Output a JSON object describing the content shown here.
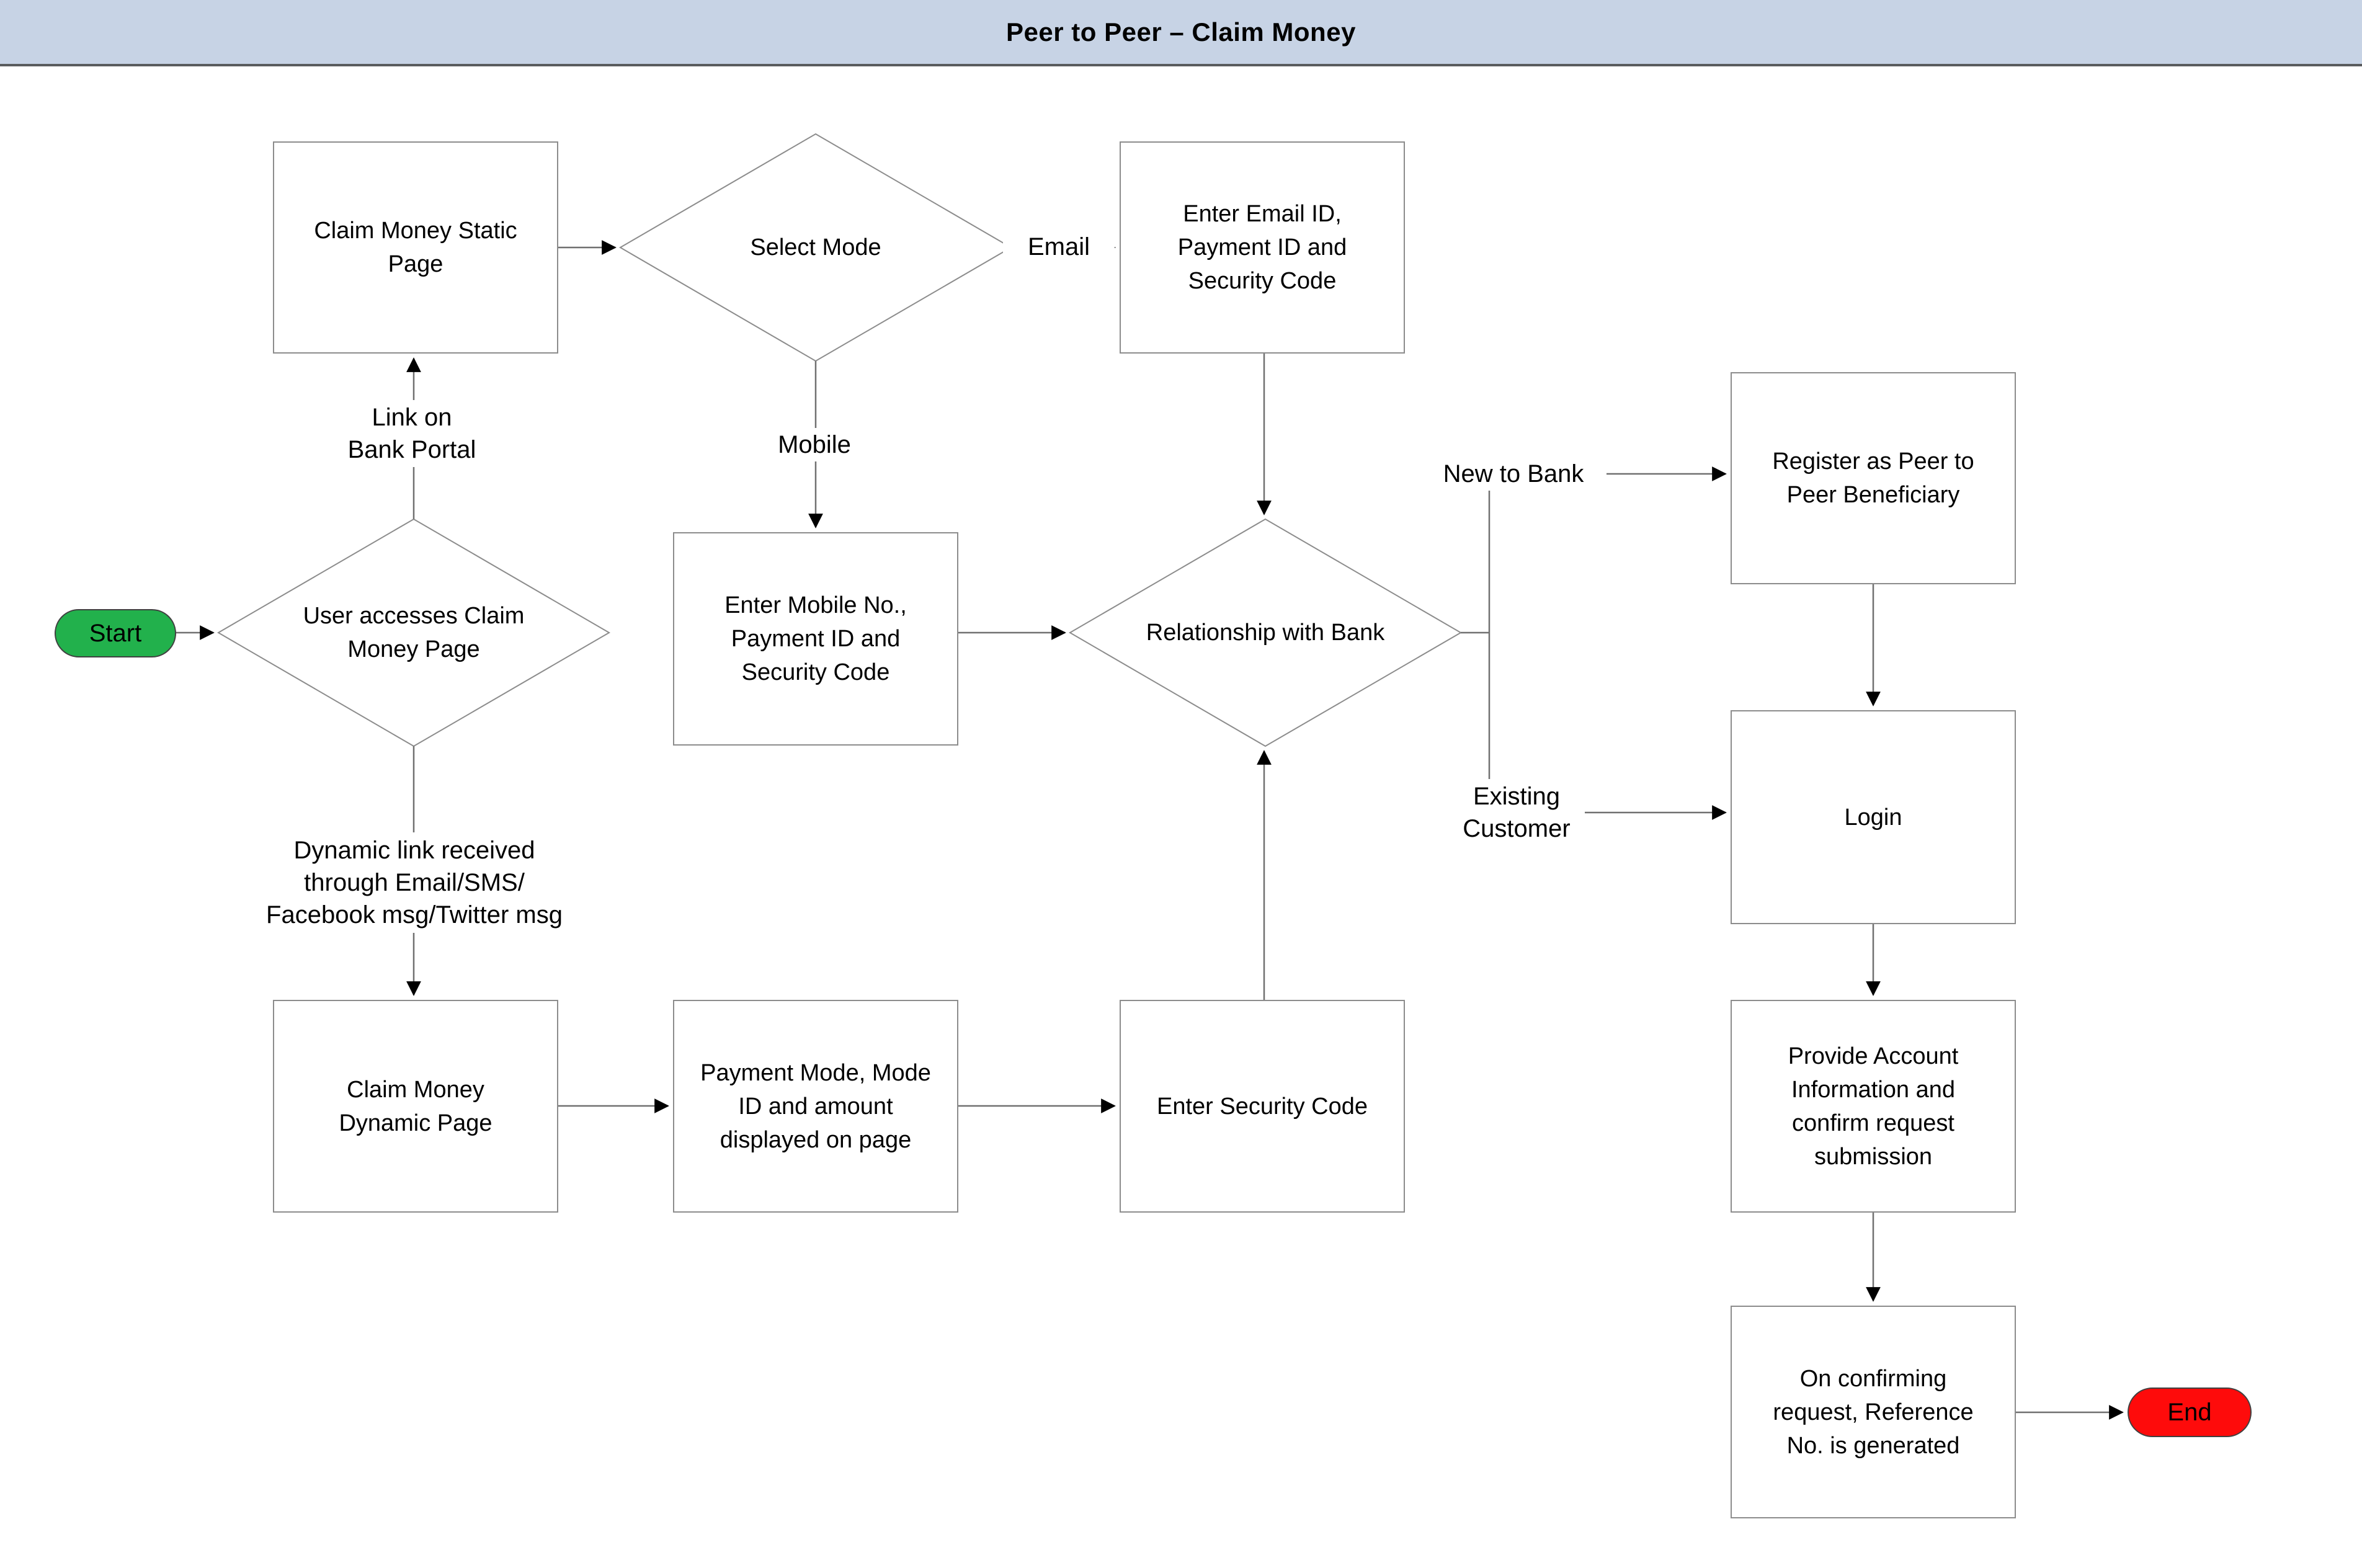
{
  "header": {
    "title": "Peer to Peer – Claim Money"
  },
  "colors": {
    "header_bg": "#c7d3e5",
    "header_border": "#5a5c5e",
    "start_fill": "#22b14c",
    "end_fill": "#fe0b0b",
    "box_border": "#8c8c8c",
    "connector": "#707070",
    "text": "#000000"
  },
  "nodes": {
    "start": {
      "label": "Start"
    },
    "end": {
      "label": "End"
    },
    "claim_money_static_page": {
      "label": "Claim Money Static Page"
    },
    "select_mode": {
      "label": "Select Mode"
    },
    "enter_email": {
      "label": "Enter Email ID, Payment ID and Security Code"
    },
    "user_accesses_claim_money_page": {
      "label": "User accesses Claim Money Page"
    },
    "enter_mobile": {
      "label": "Enter Mobile No., Payment ID and Security Code"
    },
    "relationship_with_bank": {
      "label": "Relationship with Bank"
    },
    "register_beneficiary": {
      "label": "Register as Peer to Peer Beneficiary"
    },
    "login": {
      "label": "Login"
    },
    "claim_money_dynamic_page": {
      "label": "Claim Money Dynamic Page"
    },
    "payment_mode_displayed": {
      "label": "Payment Mode, Mode ID and amount displayed on page"
    },
    "enter_security_code": {
      "label": "Enter Security Code"
    },
    "provide_account_info": {
      "label": "Provide Account Information and confirm request submission"
    },
    "reference_generated": {
      "label": "On confirming request, Reference No. is generated"
    }
  },
  "edge_labels": {
    "link_on_bank_portal": "Link on\nBank Portal",
    "email": "Email",
    "mobile": "Mobile",
    "new_to_bank": "New to Bank",
    "existing_customer": "Existing\nCustomer",
    "dynamic_link": "Dynamic link received\nthrough Email/SMS/\nFacebook msg/Twitter msg"
  }
}
